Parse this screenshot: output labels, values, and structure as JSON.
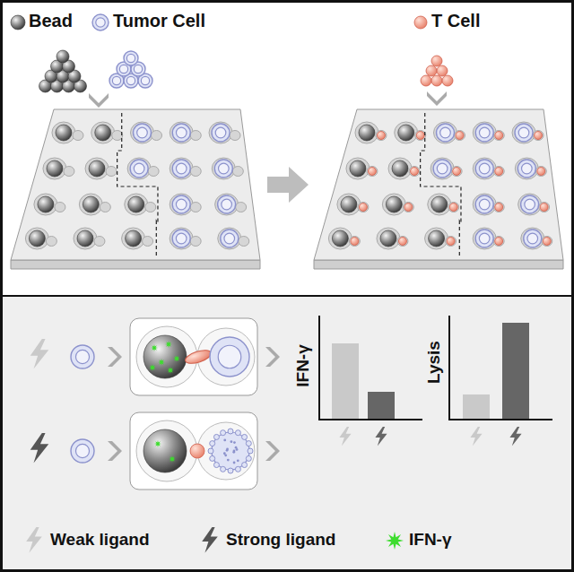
{
  "diagram": {
    "labels": [
      "Bead",
      "Tumor Cell",
      "T Cell",
      "IFN-γ",
      "Lysis"
    ],
    "legend": [
      {
        "text": "Weak ligand"
      },
      {
        "text": "Strong ligand"
      },
      {
        "text": "IFN-γ"
      }
    ]
  }
}
